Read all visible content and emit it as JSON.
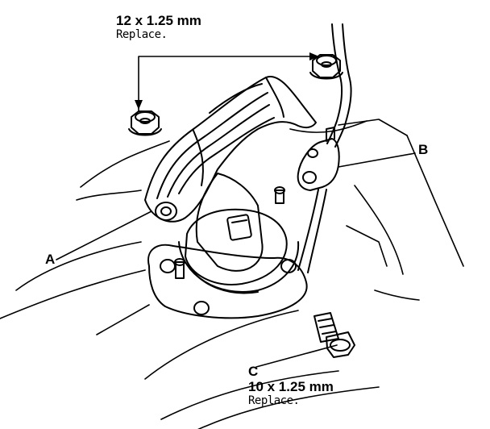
{
  "callouts": {
    "top_nuts": {
      "spec": "12 x 1.25 mm",
      "note": "Replace."
    },
    "a": {
      "letter": "A"
    },
    "b": {
      "letter": "B"
    },
    "c": {
      "letter": "C",
      "spec": "10 x 1.25 mm",
      "note": "Replace."
    }
  }
}
